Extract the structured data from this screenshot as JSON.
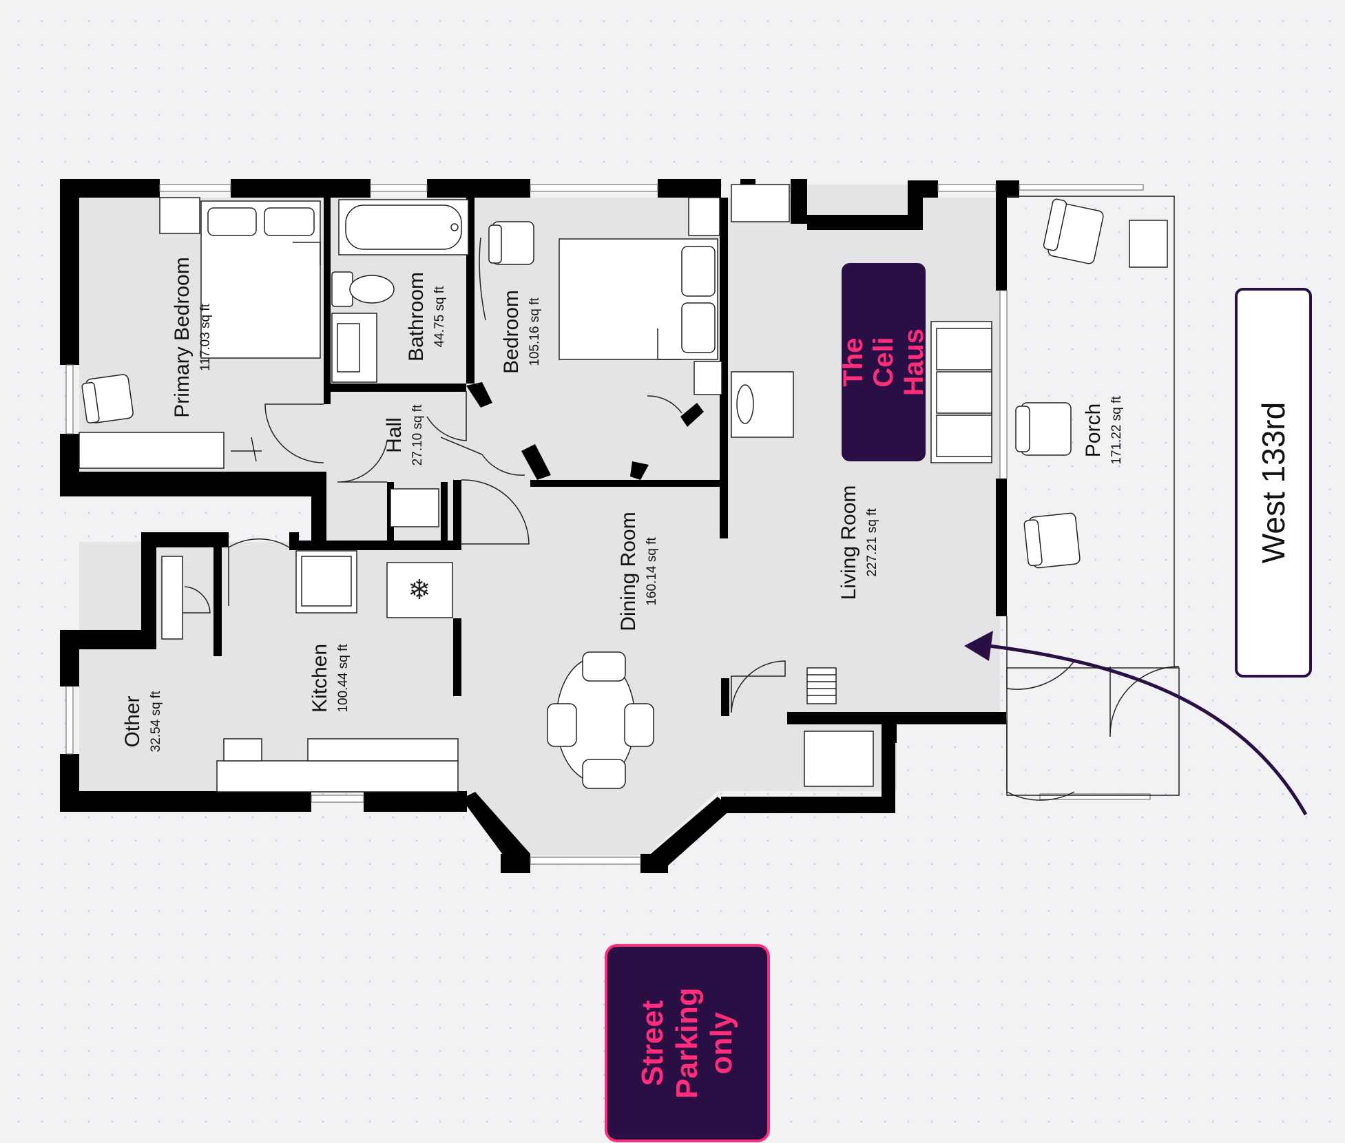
{
  "rooms": {
    "primary_bedroom": {
      "name": "Primary Bedroom",
      "area": "117.03 sq ft"
    },
    "bathroom": {
      "name": "Bathroom",
      "area": "44.75 sq ft"
    },
    "bedroom": {
      "name": "Bedroom",
      "area": "105.16 sq ft"
    },
    "hall": {
      "name": "Hall",
      "area": "27.10 sq ft"
    },
    "dining_room": {
      "name": "Dining Room",
      "area": "160.14 sq ft"
    },
    "living_room": {
      "name": "Living Room",
      "area": "227.21 sq ft"
    },
    "porch": {
      "name": "Porch",
      "area": "171.22 sq ft"
    },
    "kitchen": {
      "name": "Kitchen",
      "area": "100.44 sq ft"
    },
    "other": {
      "name": "Other",
      "area": "32.54 sq ft"
    }
  },
  "labels": {
    "street": "West 133rd",
    "house_name": "The Celi\nHaus",
    "parking": "Street\nParking\nonly"
  },
  "colors": {
    "badge_background": "#2a0f44",
    "badge_text": "#ff2d7a",
    "arrow": "#2a0f44",
    "wall": "#000000",
    "room_fill": "#e4e4e6"
  }
}
